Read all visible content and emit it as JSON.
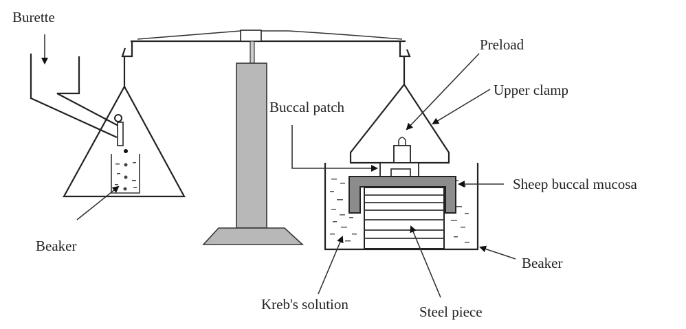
{
  "figure": {
    "labels": {
      "burette": "Burette",
      "beaker_left": "Beaker",
      "buccal_patch": "Buccal patch",
      "preload": "Preload",
      "upper_clamp": "Upper clamp",
      "sheep_buccal_mucosa": "Sheep buccal mucosa",
      "beaker_right": "Beaker",
      "krebs_solution": "Kreb's solution",
      "steel_piece": "Steel piece"
    },
    "colors": {
      "line": "#222222",
      "stand": "#b8b8b8",
      "mucosa": "#8c8c8c",
      "background": "#ffffff"
    }
  }
}
